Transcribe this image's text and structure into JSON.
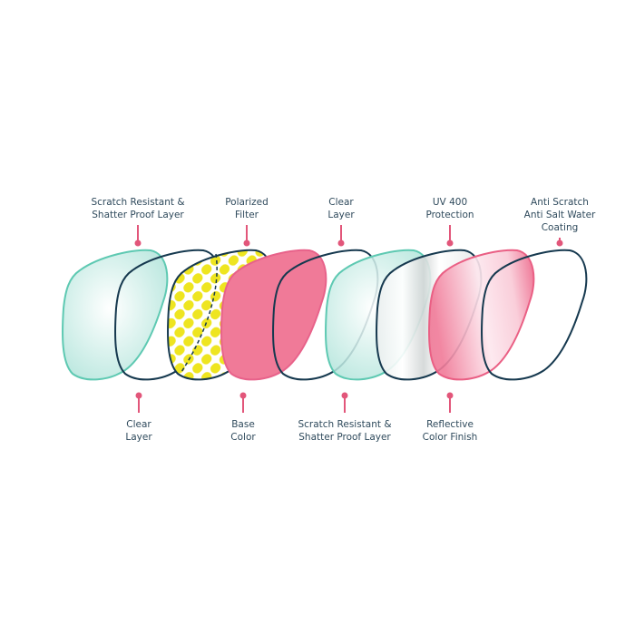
{
  "title": "Lens layer diagram",
  "colors": {
    "teal": "#5ec9b2",
    "navy": "#16394f",
    "pink": "#f07a98",
    "yellow": "#eee520",
    "connector": "#e2567a",
    "text": "#2f4a5c"
  },
  "labels_top": [
    {
      "lines": [
        "Scratch Resistant &",
        "Shatter Proof Layer"
      ]
    },
    {
      "lines": [
        "Polarized",
        "Filter"
      ]
    },
    {
      "lines": [
        "Clear",
        "Layer"
      ]
    },
    {
      "lines": [
        "UV 400",
        "Protection"
      ]
    },
    {
      "lines": [
        "Anti Scratch",
        "Anti Salt Water",
        "Coating"
      ]
    }
  ],
  "labels_bottom": [
    {
      "lines": [
        "Clear",
        "Layer"
      ]
    },
    {
      "lines": [
        "Base",
        "Color"
      ]
    },
    {
      "lines": [
        "Scratch Resistant &",
        "Shatter Proof Layer"
      ]
    },
    {
      "lines": [
        "Reflective",
        "Color Finish"
      ]
    }
  ],
  "layers": [
    {
      "name": "scratch-resistant-layer",
      "style": "teal"
    },
    {
      "name": "clear-layer",
      "style": "outline"
    },
    {
      "name": "polarized-filter",
      "style": "yellow"
    },
    {
      "name": "base-color",
      "style": "pink"
    },
    {
      "name": "clear-layer-2",
      "style": "outline"
    },
    {
      "name": "scratch-resistant-layer-2",
      "style": "teal"
    },
    {
      "name": "uv400-protection",
      "style": "silver"
    },
    {
      "name": "reflective-color-finish",
      "style": "pinkgrad"
    },
    {
      "name": "anti-scratch-coating",
      "style": "outline"
    }
  ]
}
